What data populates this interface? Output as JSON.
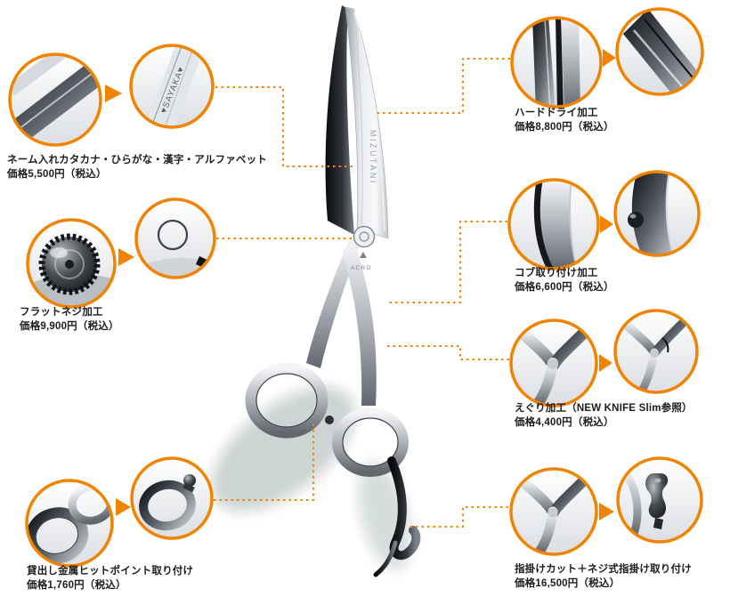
{
  "colors": {
    "accent": "#f08300",
    "background": "#ffffff"
  },
  "product": {
    "brand": "MIZUTANI",
    "logo": "ACRO",
    "engraving_sample": "♥SAYAKA♥"
  },
  "options": [
    {
      "id": "name-engraving",
      "label": "ネーム入れカタカナ・ひらがな・漢字・アルファベット",
      "price": "価格5,500円（税込）"
    },
    {
      "id": "flat-screw",
      "label": "フラットネジ加工",
      "price": "価格9,900円（税込）"
    },
    {
      "id": "hit-point",
      "label": "貸出し金属ヒットポイント取り付け",
      "price": "価格1,760円（税込）"
    },
    {
      "id": "hard-dry",
      "label": "ハードドライ加工",
      "price": "価格8,800円（税込）"
    },
    {
      "id": "kobu",
      "label": "コブ取り付け加工",
      "price": "価格6,600円（税込）"
    },
    {
      "id": "eguri",
      "label": "えぐり加工（NEW KNIFE Slim参照）",
      "price": "価格4,400円（税込）"
    },
    {
      "id": "finger-rest",
      "label": "指掛けカット＋ネジ式指掛け取り付け",
      "price": "価格16,500円（税込）"
    }
  ]
}
